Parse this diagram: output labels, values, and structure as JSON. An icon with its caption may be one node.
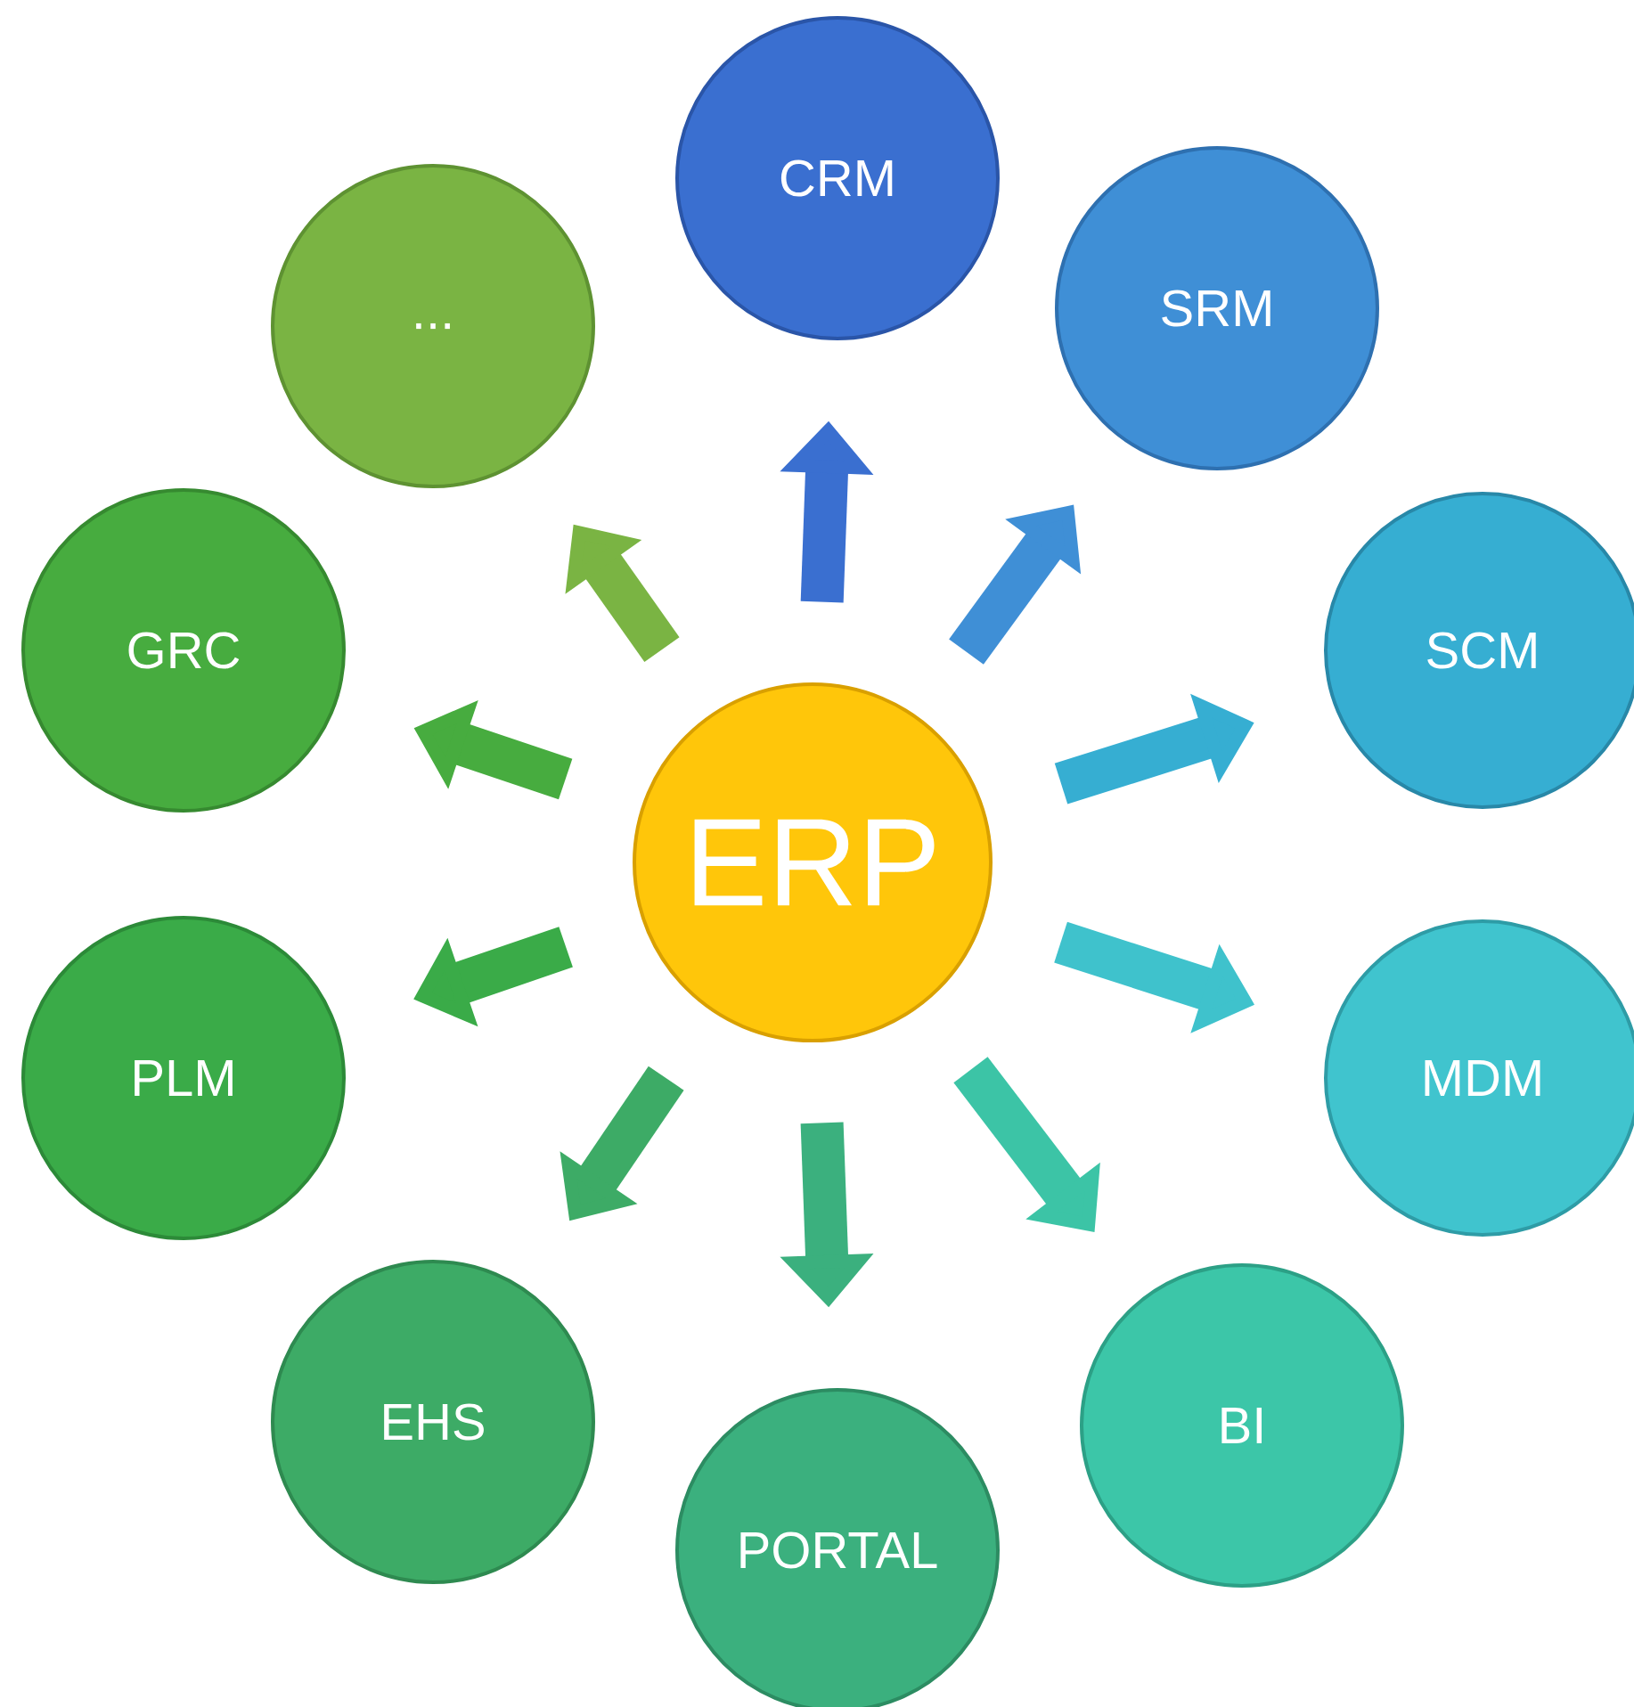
{
  "diagram": {
    "nodes": [
      {
        "text": [
          "ERP"
        ]
      },
      {
        "text": [
          "CRM"
        ]
      },
      {
        "text": [
          "SRM"
        ]
      },
      {
        "text": [
          "SCM"
        ]
      },
      {
        "text": [
          "MDM"
        ]
      },
      {
        "text": [
          "BI"
        ]
      },
      {
        "text": [
          "PORTAL"
        ]
      },
      {
        "text": [
          "EHS"
        ]
      },
      {
        "text": [
          "PLM"
        ]
      },
      {
        "text": [
          "GRC"
        ]
      },
      {
        "text": [
          "..."
        ]
      }
    ],
    "edges": [
      {
        "from": 0,
        "to": 1,
        "arrow": "to",
        "color": "#3a6fd0"
      },
      {
        "from": 0,
        "to": 2,
        "arrow": "to",
        "color": "#3f8fd6"
      },
      {
        "from": 0,
        "to": 3,
        "arrow": "to",
        "color": "#36aed2"
      },
      {
        "from": 0,
        "to": 4,
        "arrow": "to",
        "color": "#3fc2cc"
      },
      {
        "from": 0,
        "to": 5,
        "arrow": "to",
        "color": "#3cc4a6"
      },
      {
        "from": 0,
        "to": 6,
        "arrow": "to",
        "color": "#3bb07e"
      },
      {
        "from": 0,
        "to": 7,
        "arrow": "to",
        "color": "#3dab66"
      },
      {
        "from": 0,
        "to": 8,
        "arrow": "to",
        "color": "#3aab48"
      },
      {
        "from": 0,
        "to": 9,
        "arrow": "to",
        "color": "#47ac3f"
      },
      {
        "from": 0,
        "to": 10,
        "arrow": "to",
        "color": "#7ab443"
      }
    ]
  }
}
